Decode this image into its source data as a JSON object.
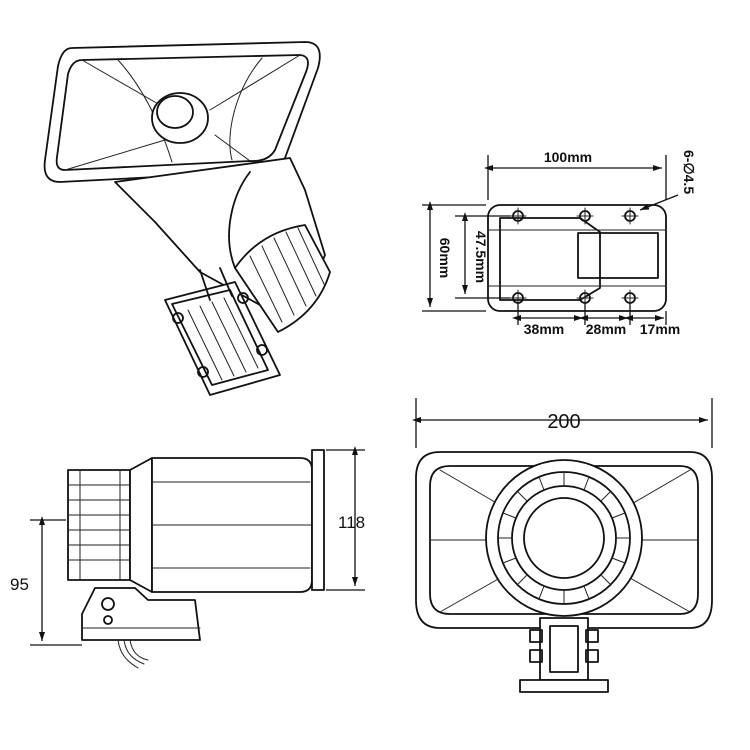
{
  "dimensions": {
    "top_right": {
      "width": "100mm",
      "height": "60mm",
      "inner_height": "47.5mm",
      "hole_spec": "6-∅4.5",
      "spacing_1": "38mm",
      "spacing_2": "28mm",
      "spacing_3": "17mm"
    },
    "bottom_left": {
      "height": "118",
      "base_height": "95"
    },
    "bottom_right": {
      "width": "200"
    }
  }
}
